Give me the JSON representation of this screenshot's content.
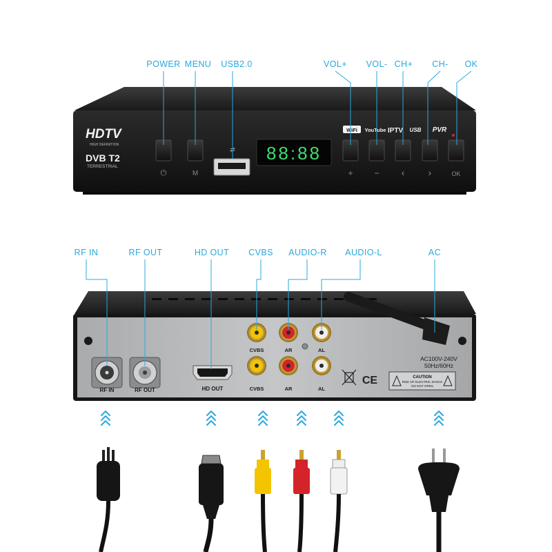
{
  "front_panel": {
    "callouts": [
      "POWER",
      "MENU",
      "USB2.0",
      "VOL+",
      "VOL-",
      "CH+",
      "CH-",
      "OK"
    ],
    "brand": {
      "logo": "HDTV",
      "logo_sub": "HIGH DEFINITION",
      "standard": "DVB T2",
      "standard_sub": "TERRESTRIAL"
    },
    "display_time": "88:88",
    "button_glyphs": [
      "⏻",
      "M",
      "+",
      "−",
      "‹",
      "›",
      "OK"
    ],
    "feature_badges": [
      "WiFi",
      "YouTube",
      "IPTV",
      "USB",
      "PVR"
    ]
  },
  "back_panel": {
    "callouts": [
      "RF IN",
      "RF OUT",
      "HD OUT",
      "CVBS",
      "AUDIO-R",
      "AUDIO-L",
      "AC"
    ],
    "port_labels": [
      "RF IN",
      "RF OUT",
      "HD OUT",
      "CVBS",
      "CVBS",
      "AR",
      "AR",
      "AL",
      "AL"
    ],
    "power_spec": [
      "AC100V-240V",
      "50Hz/60Hz"
    ],
    "caution": [
      "CAUTION",
      "RISK OF ELECTRIC SHOCK",
      "DO NOT OPEN"
    ],
    "compliance": "CE"
  },
  "cables": [
    "antenna-plug",
    "hdmi-cable",
    "rca-yellow",
    "rca-red",
    "rca-white",
    "eu-power-plug"
  ],
  "colors": {
    "callout": "#29a8dd",
    "device_body": "#1d1d1d",
    "display_digits": "#3ddc6e",
    "back_plate": "#b7b9bb",
    "rca_yellow": "#f3c400",
    "rca_red": "#d4242a",
    "rca_white": "#eeeeee"
  }
}
